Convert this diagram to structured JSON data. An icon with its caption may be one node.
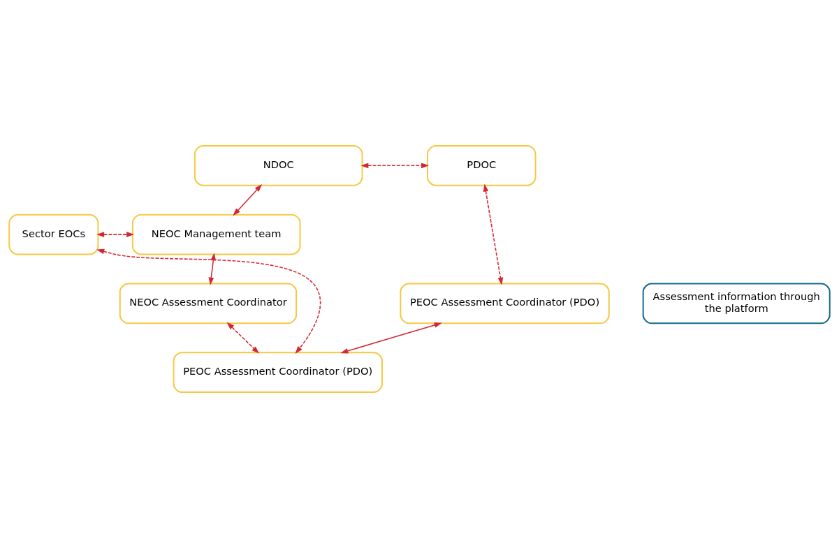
{
  "diagram": {
    "nodes": [
      {
        "text": [
          "NDOC"
        ]
      },
      {
        "text": [
          "PDOC"
        ]
      },
      {
        "text": [
          "Sector EOCs"
        ]
      },
      {
        "text": [
          "NEOC Management team"
        ]
      },
      {
        "text": [
          "NEOC Assessment Coordinator"
        ]
      },
      {
        "text": [
          "Assessment information through the platform"
        ]
      },
      {
        "text": [
          "PEOC Assessment Coordinator (PDO)"
        ]
      },
      {
        "text": [
          "PEOC Assessment Coordinator (PDO)"
        ]
      }
    ],
    "edges": [
      {
        "from": 0,
        "to": 1,
        "arrow": "both",
        "style": "dashed"
      },
      {
        "from": 0,
        "to": 3,
        "arrow": "both"
      },
      {
        "from": 2,
        "to": 3,
        "arrow": "both",
        "style": "dashed"
      },
      {
        "from": 3,
        "to": 4,
        "arrow": "both"
      },
      {
        "from": 1,
        "to": 6,
        "arrow": "both",
        "style": "dashed"
      },
      {
        "from": 6,
        "to": 7,
        "arrow": "both"
      },
      {
        "from": 4,
        "to": 7,
        "arrow": "both",
        "style": "dashed"
      },
      {
        "from": 2,
        "to": 7,
        "arrow": "both",
        "style": "dashed"
      }
    ]
  }
}
